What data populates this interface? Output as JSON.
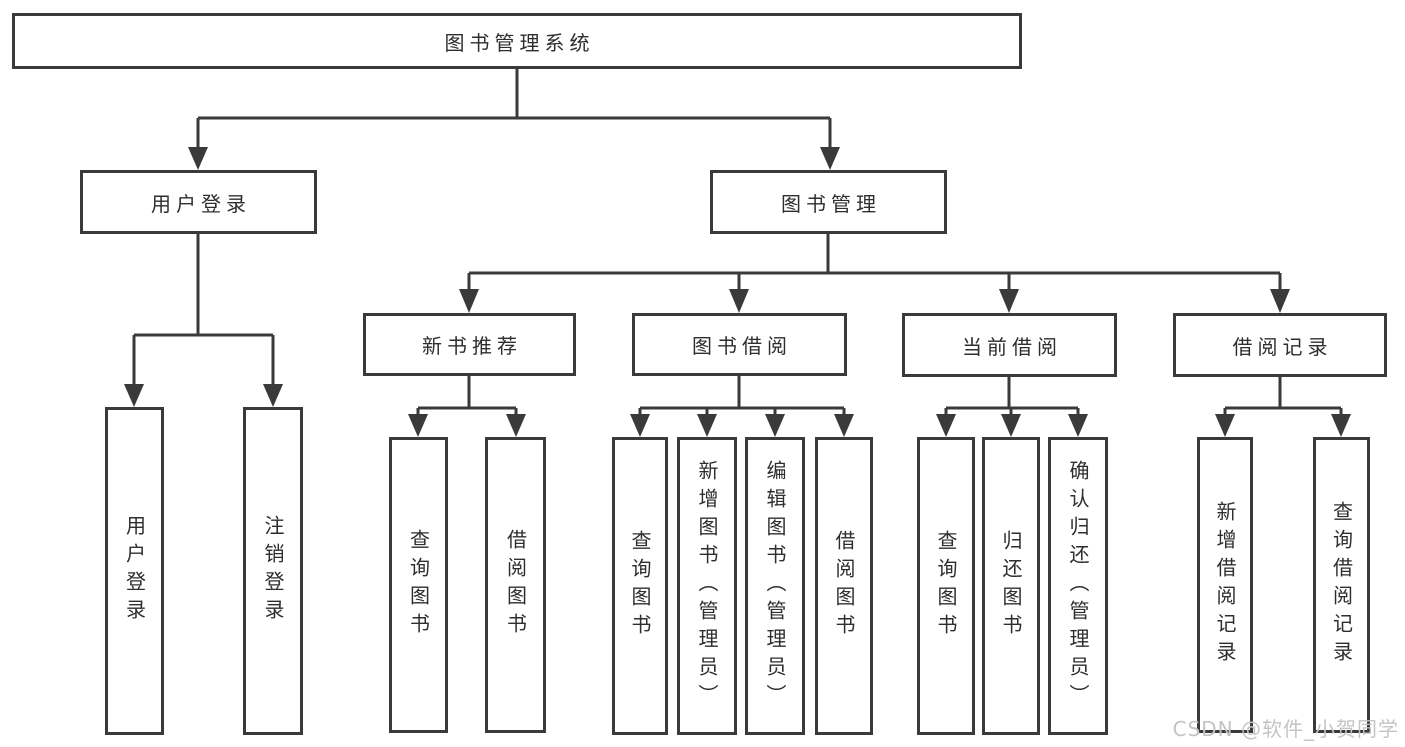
{
  "diagram_type": "hierarchy-tree",
  "tree": {
    "label": "图书管理系统",
    "children": [
      {
        "label": "用户登录",
        "children": [
          {
            "label": "用户登录"
          },
          {
            "label": "注销登录"
          }
        ]
      },
      {
        "label": "图书管理",
        "children": [
          {
            "label": "新书推荐",
            "children": [
              {
                "label": "查询图书"
              },
              {
                "label": "借阅图书"
              }
            ]
          },
          {
            "label": "图书借阅",
            "children": [
              {
                "label": "查询图书"
              },
              {
                "label": "新增图书（管理员）"
              },
              {
                "label": "编辑图书（管理员）"
              },
              {
                "label": "借阅图书"
              }
            ]
          },
          {
            "label": "当前借阅",
            "children": [
              {
                "label": "查询图书"
              },
              {
                "label": "归还图书"
              },
              {
                "label": "确认归还（管理员）"
              }
            ]
          },
          {
            "label": "借阅记录",
            "children": [
              {
                "label": "新增借阅记录"
              },
              {
                "label": "查询借阅记录"
              }
            ]
          }
        ]
      }
    ]
  },
  "watermark": {
    "text": "CSDN @软件_小贺同学"
  },
  "colors": {
    "line": "#3a3a3a",
    "box_border": "#3a3a3a",
    "text": "#2e2e2e",
    "watermark_text": "#c4c4c4",
    "background": "#ffffff"
  }
}
